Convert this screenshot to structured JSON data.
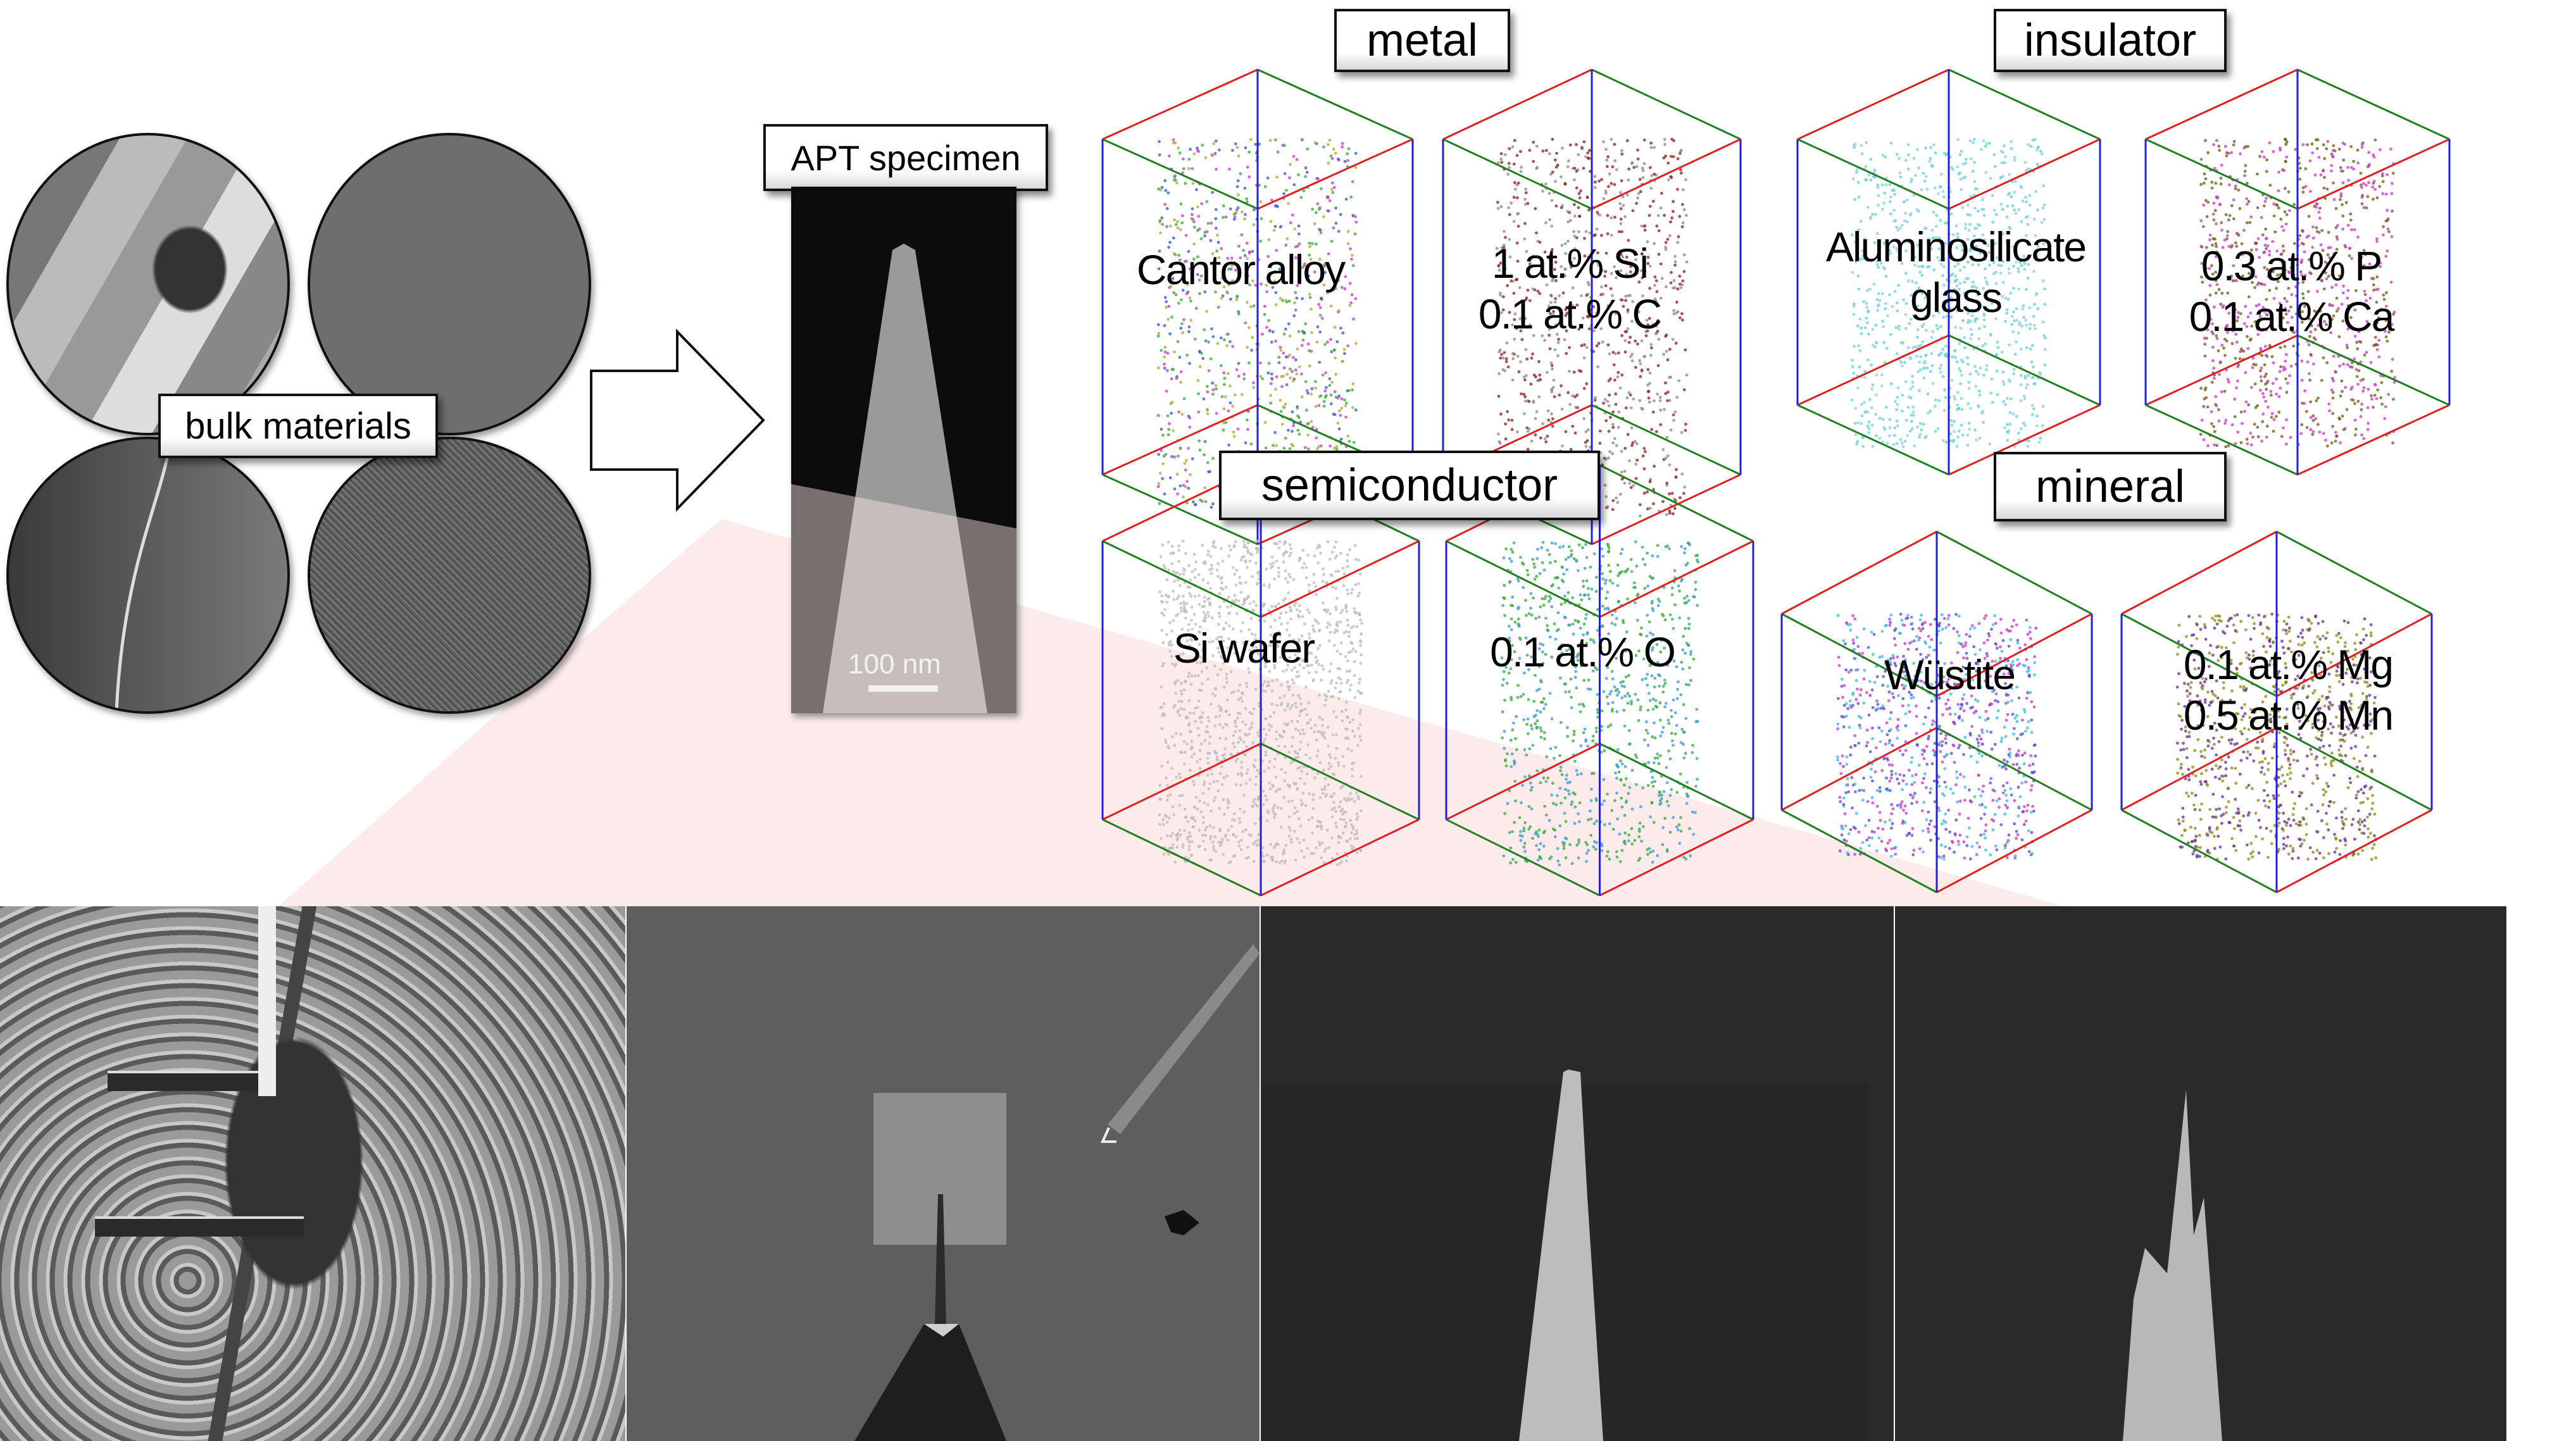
{
  "figure": {
    "bulk_label": "bulk materials",
    "apt_label": "APT specimen",
    "scale_bar": "100 nm",
    "categories": [
      {
        "name": "metal",
        "reconstructions": [
          {
            "text": [
              "Cantor alloy"
            ],
            "atom_colors": [
              "#cc33cc",
              "#3355cc",
              "#33aa33",
              "#aaaa33"
            ]
          },
          {
            "text": [
              "1 at.% Si",
              "0.1 at.% C"
            ],
            "atom_colors": [
              "#8b1a1a",
              "#888888"
            ]
          }
        ]
      },
      {
        "name": "insulator",
        "reconstructions": [
          {
            "text": [
              "Aluminosilicate",
              "glass"
            ],
            "atom_colors": [
              "#5fd3d8",
              "#88ccdd"
            ]
          },
          {
            "text": [
              "0.3 at.% P",
              "0.1 at.% Ca"
            ],
            "atom_colors": [
              "#cc33cc",
              "#6b5a12"
            ]
          }
        ]
      },
      {
        "name": "semiconductor",
        "reconstructions": [
          {
            "text": [
              "Si wafer"
            ],
            "atom_colors": [
              "#bbbbbb"
            ]
          },
          {
            "text": [
              "0.1 at.% O"
            ],
            "atom_colors": [
              "#33aa33",
              "#3399cc"
            ]
          }
        ]
      },
      {
        "name": "mineral",
        "reconstructions": [
          {
            "text": [
              "Wüstite"
            ],
            "atom_colors": [
              "#cc33cc",
              "#33bbdd",
              "#5544cc"
            ]
          },
          {
            "text": [
              "0.1 at.% Mg",
              "0.5 at.% Mn"
            ],
            "atom_colors": [
              "#8a8a12",
              "#6a2a8a"
            ]
          }
        ]
      }
    ],
    "axis_colors": {
      "x": "#e02020",
      "y": "#208020",
      "z": "#2020e0"
    },
    "highlight_color": "#fde8e8",
    "bottom_panels": [
      "fib-lift-out-trench",
      "specimen-on-microtip-with-manipulator",
      "sharpened-tip-1",
      "sharpened-tip-2"
    ]
  }
}
